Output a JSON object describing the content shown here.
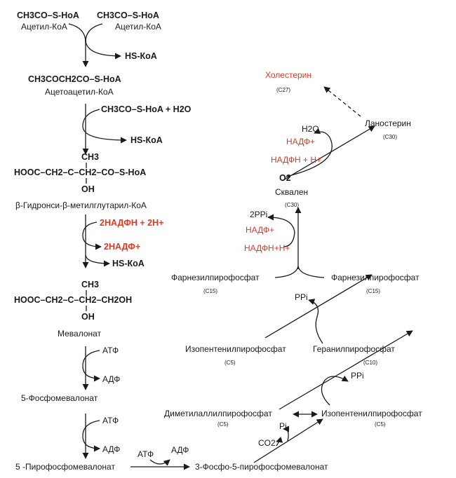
{
  "left_pathway": {
    "acetyl_formula_1": "CH3CO–S-HoA",
    "acetyl_formula_2": "CH3CO–S-HoA",
    "acetyl_name_1": "Ацетил-КоА",
    "acetyl_name_2": "Ацетил-КоА",
    "hs_koa_1": "HS-КоА",
    "acetoacetyl_formula": "CH3COCH2CO–S-HoA",
    "acetoacetyl_name": "Ацетоацетил-КоА",
    "acetyl_plus_water": "CH3CO–S-HoA + H2O",
    "hs_koa_2": "HS-КоА",
    "hmg_ch3": "CH3",
    "hmg_chain": "HOOC–CH2–C–CH2–CO–S-HoA",
    "hmg_oh": "OH",
    "hmg_name": "β-Гидронси-β-метилглутарил-КоА",
    "nadph_2h": "2НАДФН + 2Н+",
    "nadp_2": "2НАДФ+",
    "hs_koa_3": "HS-КоА",
    "mev_ch3": "CH3",
    "mev_chain": "HOOC–CH2–C–CH2–CH2OH",
    "mev_oh": "OH",
    "mevalonate": "Мевалонат",
    "atf_1": "АТФ",
    "adf_1": "АДФ",
    "phospho_mevalonate": "5-Фосфомевалонат",
    "atf_2": "АТФ",
    "adf_2": "АДФ",
    "pyrophospho_mevalonate": "5 -Пирофосфомевалонат",
    "atf_3": "АТФ",
    "adf_3": "АДФ",
    "phospho_pyrophospho": "3-Фосфо-5-пирофосфомевалонат"
  },
  "right_pathway": {
    "cholesterol": "Холестерин",
    "cholesterol_c": "(С27)",
    "lanosterol": "Ланостерин",
    "lanosterol_c": "(С30)",
    "h2o": "H2O",
    "nadp_plus": "НАДФ+",
    "nadph_h": "НАДФН + Н+",
    "o2": "O2",
    "squalene": "Сквален",
    "squalene_c": "(С30)",
    "two_ppi": "2PPi",
    "nadp_plus_2": "НАДФ+",
    "nadph_h_2": "НАДФН+Н+",
    "farnesyl_left": "Фарнезилпирофосфат",
    "farnesyl_left_c": "(С15)",
    "farnesyl_right": "Фарнезилпирофосфат",
    "farnesyl_right_c": "(С15)",
    "ppi_1": "PPi",
    "isopentenyl_left": "Изопентенилпирофосфат",
    "isopentenyl_left_c": "(С5)",
    "geranyl": "Геранилпирофосфат",
    "geranyl_c": "(С10)",
    "ppi_2": "PPi",
    "dimethylallyl": "Диметилаллилпирофосфат",
    "dimethylallyl_c": "(С5)",
    "isopentenyl_right": "Изопентенилпирофосфат",
    "isopentenyl_right_c": "(С5)",
    "pi": "Pi",
    "co2": "CO2"
  },
  "colors": {
    "text": "#1a1a1a",
    "accent_red": "#e8361f"
  }
}
